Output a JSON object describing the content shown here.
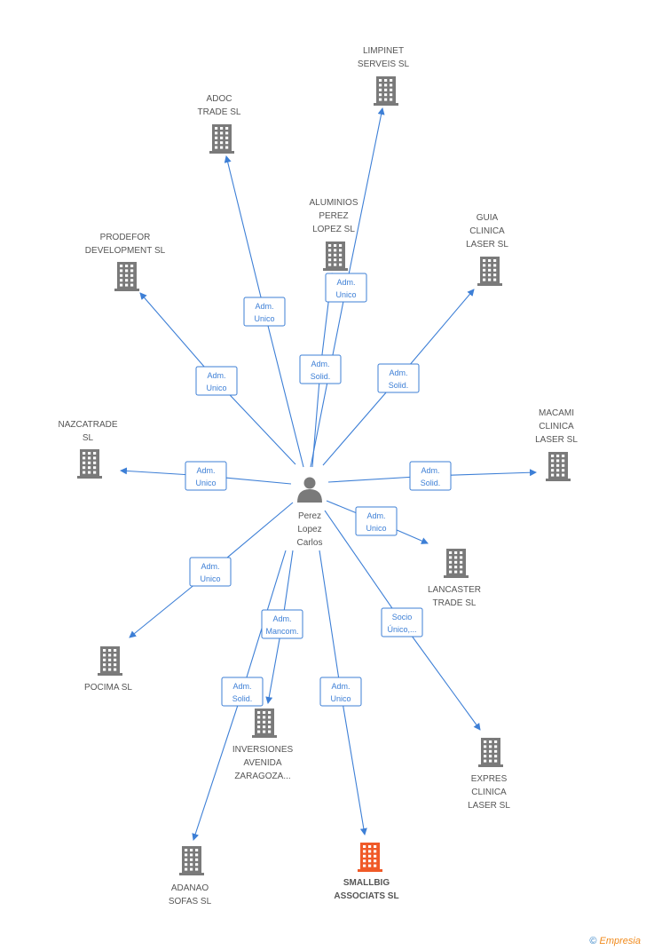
{
  "center": {
    "lines": [
      "Perez",
      "Lopez",
      "Carlos"
    ],
    "icon": "person-icon"
  },
  "colors": {
    "edge": "#3d7fd6",
    "building": "#7a7a7a",
    "highlight": "#f05a28",
    "label": "#555555"
  },
  "companies": [
    {
      "id": "limpinet",
      "lines": [
        "LIMPINET",
        "SERVEIS SL"
      ],
      "icon": "building-icon"
    },
    {
      "id": "adoc",
      "lines": [
        "ADOC",
        "TRADE SL"
      ],
      "icon": "building-icon"
    },
    {
      "id": "aluminios",
      "lines": [
        "ALUMINIOS",
        "PEREZ",
        "LOPEZ SL"
      ],
      "icon": "building-icon"
    },
    {
      "id": "guia",
      "lines": [
        "GUIA",
        "CLINICA",
        "LASER SL"
      ],
      "icon": "building-icon"
    },
    {
      "id": "prodefor",
      "lines": [
        "PRODEFOR",
        "DEVELOPMENT SL"
      ],
      "icon": "building-icon"
    },
    {
      "id": "nazcatrade",
      "lines": [
        "NAZCATRADE",
        "SL"
      ],
      "icon": "building-icon"
    },
    {
      "id": "macami",
      "lines": [
        "MACAMI",
        "CLINICA",
        "LASER SL"
      ],
      "icon": "building-icon"
    },
    {
      "id": "lancaster",
      "lines": [
        "LANCASTER",
        "TRADE SL"
      ],
      "icon": "building-icon"
    },
    {
      "id": "pocima",
      "lines": [
        "POCIMA SL"
      ],
      "icon": "building-icon"
    },
    {
      "id": "inversiones",
      "lines": [
        "INVERSIONES",
        "AVENIDA",
        "ZARAGOZA..."
      ],
      "icon": "building-icon"
    },
    {
      "id": "expres",
      "lines": [
        "EXPRES",
        "CLINICA",
        "LASER SL"
      ],
      "icon": "building-icon"
    },
    {
      "id": "adanao",
      "lines": [
        "ADANAO",
        "SOFAS SL"
      ],
      "icon": "building-icon"
    },
    {
      "id": "smallbig",
      "lines": [
        "SMALLBIG",
        "ASSOCIATS SL"
      ],
      "icon": "building-icon",
      "highlight": true
    }
  ],
  "relations": [
    {
      "target": "limpinet",
      "lines": [
        "Adm.",
        "Unico"
      ]
    },
    {
      "target": "adoc",
      "lines": [
        "Adm.",
        "Unico"
      ]
    },
    {
      "target": "aluminios",
      "lines": [
        "Adm.",
        "Solid."
      ]
    },
    {
      "target": "guia",
      "lines": [
        "Adm.",
        "Solid."
      ]
    },
    {
      "target": "prodefor",
      "lines": [
        "Adm.",
        "Unico"
      ]
    },
    {
      "target": "nazcatrade",
      "lines": [
        "Adm.",
        "Unico"
      ]
    },
    {
      "target": "macami",
      "lines": [
        "Adm.",
        "Solid."
      ]
    },
    {
      "target": "lancaster",
      "lines": [
        "Adm.",
        "Unico"
      ]
    },
    {
      "target": "pocima",
      "lines": [
        "Adm.",
        "Unico"
      ]
    },
    {
      "target": "inversiones",
      "lines": [
        "Adm.",
        "Mancom."
      ]
    },
    {
      "target": "expres",
      "lines": [
        "Socio",
        "Único,..."
      ]
    },
    {
      "target": "adanao",
      "lines": [
        "Adm.",
        "Solid."
      ]
    },
    {
      "target": "smallbig",
      "lines": [
        "Adm.",
        "Unico"
      ]
    }
  ],
  "footer": {
    "copyright": "©",
    "brand": "Empresia"
  }
}
